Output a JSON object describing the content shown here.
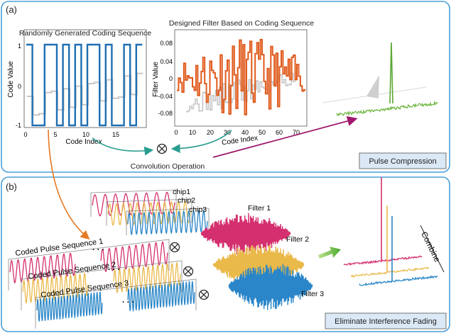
{
  "panel_a": {
    "tag": "(a)",
    "coding_chart": {
      "title": "Randomly Generated Coding Sequence",
      "ylabel": "Code Value",
      "xlabel": "Code Index",
      "yticks": [
        "1",
        "0",
        "-1"
      ],
      "xticks": [
        "0",
        "5",
        "10",
        "15"
      ]
    },
    "filter_chart": {
      "title": "Designed Filter Based on Coding Sequence",
      "ylabel": "Filter Value",
      "xlabel": "Code Index",
      "yticks": [
        "0.08",
        "0.04",
        "0",
        "-0.04",
        "-0.08"
      ],
      "xticks": [
        "0",
        "10",
        "20",
        "30",
        "40",
        "50",
        "60",
        "70"
      ]
    },
    "convolution_label": "Convolution Operation",
    "convolution_symbol": "⊗",
    "result_label": "Pulse Compression"
  },
  "panel_b": {
    "tag": "(b)",
    "chips": [
      "chip1",
      "chip2",
      "chip3"
    ],
    "sequences": [
      "Coded Pulse Sequence 1",
      "Coded Pulse Sequence 2",
      "Coded Pulse Sequence 3"
    ],
    "ellipsis": "· · ·",
    "filters": [
      "Filter 1",
      "Filter 2",
      "Filter 3"
    ],
    "combine_label": "Combine",
    "result_label": "Eliminate Interference Fading"
  },
  "colors": {
    "frame": "#4aa0d8",
    "coding_blue": "#1f6fb2",
    "filter_orange": "#e05a1c",
    "magenta": "#d42f6e",
    "yellow": "#e9b94a",
    "blue": "#2a86c8",
    "green": "#6ab43a",
    "teal_arrow": "#2a9d8f",
    "purple_arrow": "#a0186b",
    "orange_arrow": "#e57a25"
  }
}
